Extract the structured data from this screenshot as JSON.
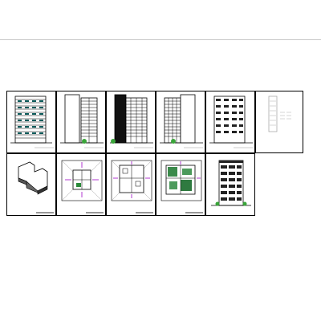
{
  "drawing": {
    "title": "",
    "sheets": [
      {
        "id": "elevation-1",
        "kind": "elevation"
      },
      {
        "id": "elevation-2",
        "kind": "elevation"
      },
      {
        "id": "elevation-3",
        "kind": "elevation"
      },
      {
        "id": "elevation-4",
        "kind": "elevation"
      },
      {
        "id": "elevation-5",
        "kind": "elevation"
      },
      {
        "id": "notes-sheet",
        "kind": "notes"
      },
      {
        "id": "isometric-view",
        "kind": "3d-view"
      },
      {
        "id": "floor-plan-1",
        "kind": "plan"
      },
      {
        "id": "floor-plan-2",
        "kind": "plan"
      },
      {
        "id": "floor-plan-3",
        "kind": "plan"
      },
      {
        "id": "elevation-6",
        "kind": "elevation"
      }
    ],
    "colors": {
      "line": "#000000",
      "dimension": "#b03ad0",
      "landscape": "#1f9a3a",
      "frame": "#c8c8c8"
    }
  }
}
